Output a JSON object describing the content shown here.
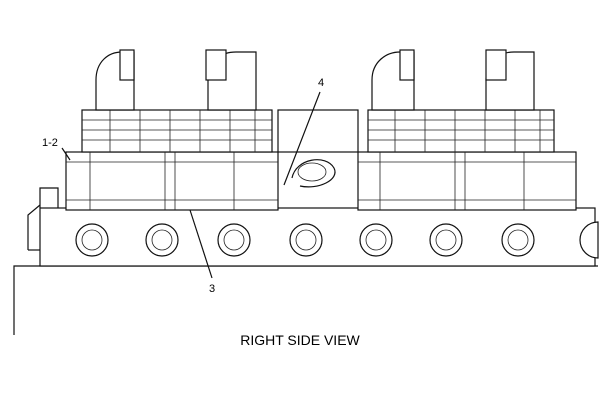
{
  "callouts": {
    "c12": "1-2",
    "c3": "3",
    "c4": "4"
  },
  "view_title": "RIGHT SIDE VIEW"
}
